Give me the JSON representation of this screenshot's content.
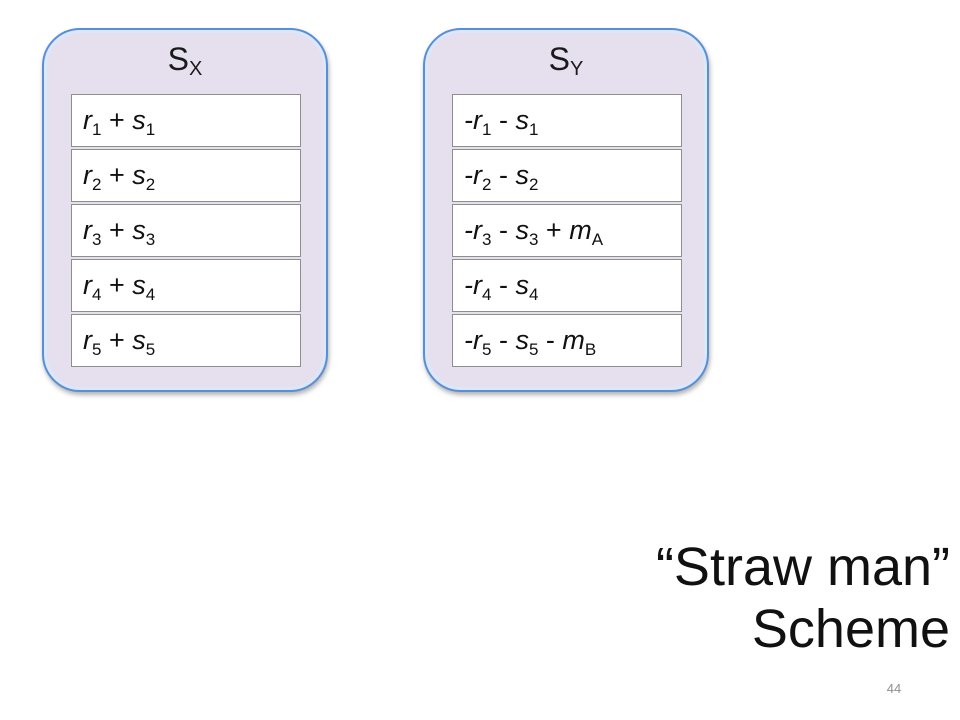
{
  "servers": [
    {
      "id": "server-x",
      "title_base": "S",
      "title_sub": "X",
      "rows": [
        {
          "a": "r",
          "a_sub": "1",
          "b": " + ",
          "c": "s",
          "c_sub": "1",
          "d": "",
          "e": "",
          "e_sub": ""
        },
        {
          "a": "r",
          "a_sub": "2",
          "b": " + ",
          "c": "s",
          "c_sub": "2",
          "d": "",
          "e": "",
          "e_sub": ""
        },
        {
          "a": "r",
          "a_sub": "3",
          "b": " + ",
          "c": "s",
          "c_sub": "3",
          "d": "",
          "e": "",
          "e_sub": ""
        },
        {
          "a": "r",
          "a_sub": "4",
          "b": " + ",
          "c": "s",
          "c_sub": "4",
          "d": "",
          "e": "",
          "e_sub": ""
        },
        {
          "a": "r",
          "a_sub": "5",
          "b": " + ",
          "c": "s",
          "c_sub": "5",
          "d": "",
          "e": "",
          "e_sub": ""
        }
      ]
    },
    {
      "id": "server-y",
      "title_base": "S",
      "title_sub": "Y",
      "rows": [
        {
          "a": "-r",
          "a_sub": "1",
          "b": " - ",
          "c": "s",
          "c_sub": "1",
          "d": "",
          "e": "",
          "e_sub": ""
        },
        {
          "a": "-r",
          "a_sub": "2",
          "b": " - ",
          "c": "s",
          "c_sub": "2",
          "d": "",
          "e": "",
          "e_sub": ""
        },
        {
          "a": "-r",
          "a_sub": "3",
          "b": " - ",
          "c": "s",
          "c_sub": "3",
          "d": " + ",
          "e": "m",
          "e_sub": "A"
        },
        {
          "a": "-r",
          "a_sub": "4",
          "b": " - ",
          "c": "s",
          "c_sub": "4",
          "d": "",
          "e": "",
          "e_sub": ""
        },
        {
          "a": "-r",
          "a_sub": "5",
          "b": " - ",
          "c": "s",
          "c_sub": "5",
          "d": " - ",
          "e": "m",
          "e_sub": "B"
        }
      ]
    }
  ],
  "caption": {
    "line1": "“Straw man”",
    "line2": "Scheme"
  },
  "page_number": "44",
  "colors": {
    "server_fill": "#e6e0ee",
    "server_border": "#5a8fd6",
    "cell_border": "#8e8e8e"
  }
}
